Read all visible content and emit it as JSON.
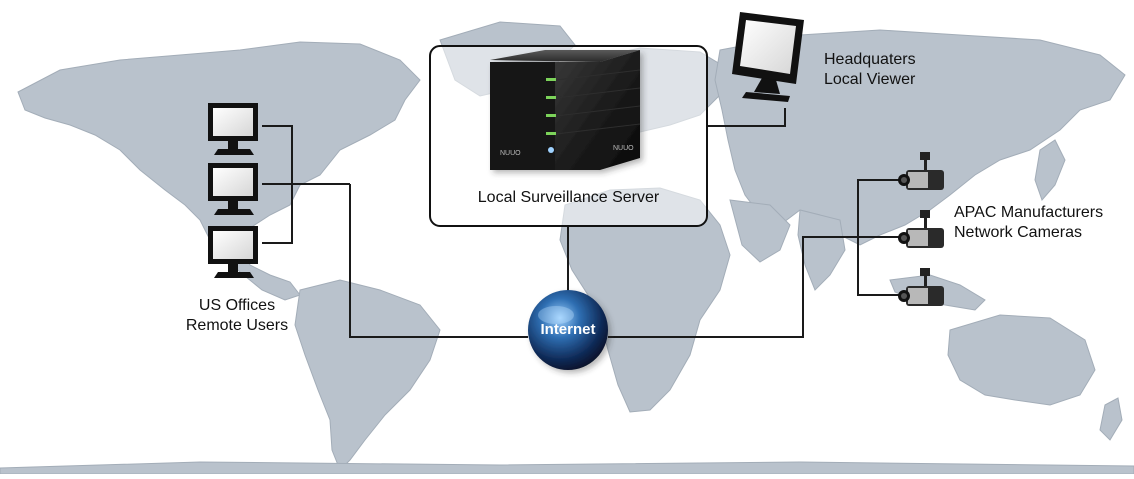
{
  "server": {
    "label": "Local Surveillance Server",
    "brand": "NUUO"
  },
  "headquarters": {
    "line1": "Headquaters",
    "line2": "Local Viewer"
  },
  "us_offices": {
    "line1": "US Offices",
    "line2": "Remote Users"
  },
  "apac": {
    "line1": "APAC Manufacturers",
    "line2": "Network Cameras"
  },
  "internet": {
    "label": "Internet"
  },
  "colors": {
    "map_land": "#b9c2cc",
    "connector": "#1a1a1a",
    "globe": "#1d3f7a",
    "server_box_border": "#111111"
  },
  "icons": [
    "monitor-icon",
    "server-icon",
    "globe-icon",
    "camera-icon"
  ]
}
